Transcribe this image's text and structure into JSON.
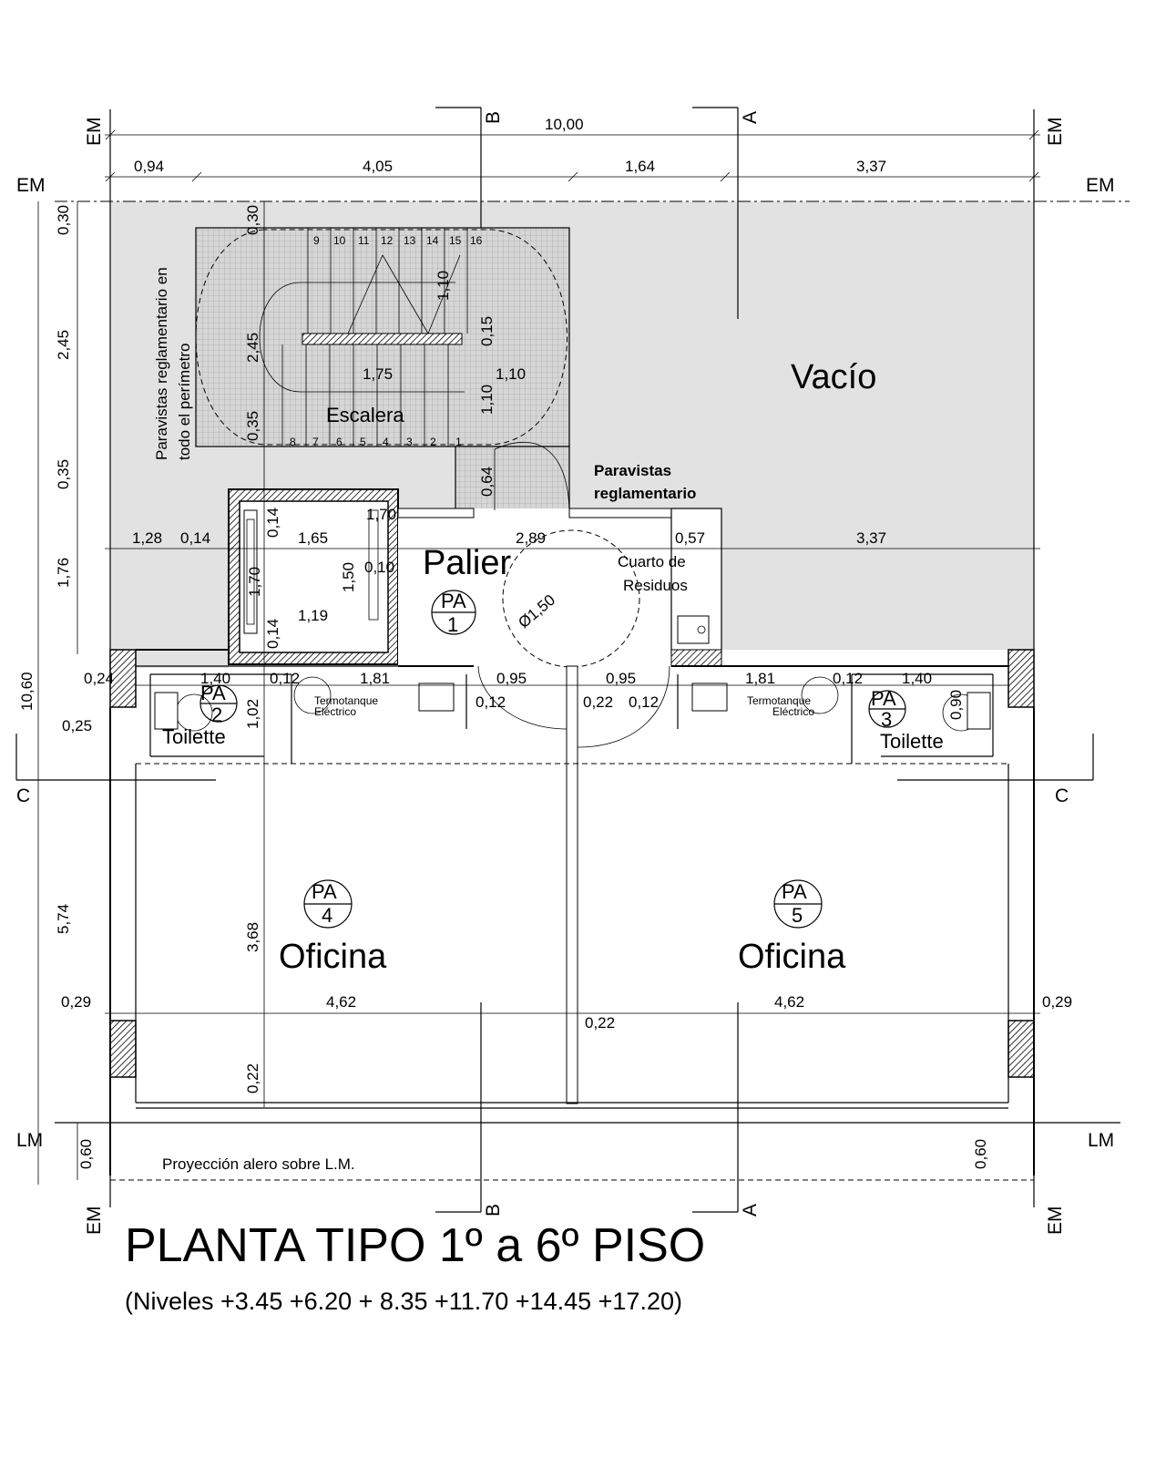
{
  "title": "PLANTA TIPO 1º a 6º PISO",
  "subtitle": "(Niveles +3.45 +6.20 + 8.35 +11.70 +14.45 +17.20)",
  "axes": {
    "em": "EM",
    "lm": "LM",
    "a": "A",
    "b": "B",
    "c": "C"
  },
  "rooms": {
    "vacio": "Vacío",
    "escalera": "Escalera",
    "palier": "Palier",
    "cuarto_1": "Cuarto de",
    "cuarto_2": "Residuos",
    "toilette": "Toilette",
    "oficina": "Oficina",
    "termo_1": "Termotanque",
    "termo_2": "Eléctrico"
  },
  "notes": {
    "paravistas_perim_1": "Paravistas reglamentario en",
    "paravistas_perim_2": "todo el perímetro",
    "paravistas_1": "Paravistas",
    "paravistas_2": "reglamentario",
    "alero": "Proyección alero sobre L.M."
  },
  "tags": {
    "pa": "PA",
    "n1": "1",
    "n2": "2",
    "n3": "3",
    "n4": "4",
    "n5": "5"
  },
  "stair_steps": [
    "1",
    "2",
    "3",
    "4",
    "5",
    "6",
    "7",
    "8",
    "9",
    "10",
    "11",
    "12",
    "13",
    "14",
    "15",
    "16"
  ],
  "dims": {
    "total_width": "10,00",
    "top_a": "0,94",
    "top_b": "4,05",
    "top_c": "1,64",
    "top_d": "3,37",
    "left_a": "0,30",
    "left_b": "2,45",
    "left_c": "0,35",
    "left_d": "1,76",
    "left_total": "10,60",
    "left_e": "5,74",
    "left_f": "0,60",
    "left_g": "0,25",
    "stair_a": "0,30",
    "stair_b": "2,45",
    "stair_c": "0,35",
    "stair_d": "1,75",
    "stair_e": "1,10",
    "stair_f": "1,10",
    "stair_g": "0,15",
    "stair_h": "1,10",
    "stair_i": "0,64",
    "mid_a": "1,28",
    "mid_b": "0,14",
    "mid_c": "1,65",
    "mid_d": "1,70",
    "mid_e": "2,89",
    "mid_f": "0,57",
    "mid_g": "3,37",
    "elev_a": "0,14",
    "elev_b": "1,70",
    "elev_c": "1,50",
    "elev_d": "0,10",
    "elev_e": "1,19",
    "elev_f": "0,14",
    "diam": "Ø1,50",
    "wc_a": "0,24",
    "wc_b": "1,40",
    "wc_c": "0,12",
    "wc_d": "1,81",
    "wc_e": "0,95",
    "wc_f": "0,95",
    "wc_g": "1,81",
    "wc_h": "0,12",
    "wc_i": "1,40",
    "wc_j": "0,12",
    "wc_k": "0,22",
    "wc_l": "0,12",
    "wc_m": "1,02",
    "wc_n": "0,90",
    "of_a": "0,29",
    "of_b": "4,62",
    "of_c": "4,62",
    "of_d": "0,29",
    "of_e": "0,22",
    "of_f": "3,68",
    "of_g": "0,22",
    "right_a": "0,60"
  }
}
